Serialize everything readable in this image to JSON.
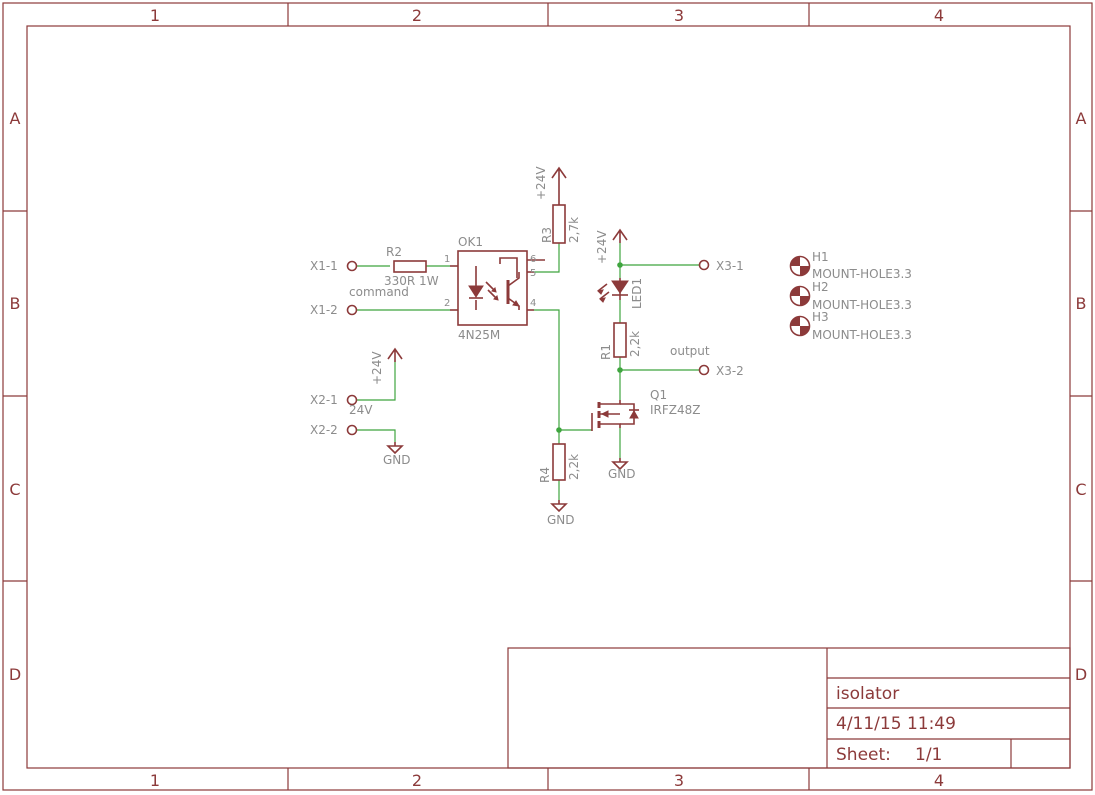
{
  "frame": {
    "columns": [
      "1",
      "2",
      "3",
      "4"
    ],
    "rows": [
      "A",
      "B",
      "C",
      "D"
    ]
  },
  "title_block": {
    "title": "isolator",
    "date": "4/11/15 11:49",
    "sheet_label": "Sheet:",
    "sheet_value": "1/1"
  },
  "parts": {
    "r2": {
      "name": "R2",
      "value": "330R 1W"
    },
    "r3": {
      "name": "R3",
      "value": "2,7k"
    },
    "r1": {
      "name": "R1",
      "value": "2,2k"
    },
    "r4": {
      "name": "R4",
      "value": "2,2k"
    },
    "ok1": {
      "name": "OK1",
      "value": "4N25M",
      "pins": [
        "1",
        "2",
        "6",
        "5",
        "4"
      ]
    },
    "led1": {
      "name": "LED1"
    },
    "q1": {
      "name": "Q1",
      "value": "IRFZ48Z"
    },
    "h1": {
      "name": "H1",
      "value": "MOUNT-HOLE3.3"
    },
    "h2": {
      "name": "H2",
      "value": "MOUNT-HOLE3.3"
    },
    "h3": {
      "name": "H3",
      "value": "MOUNT-HOLE3.3"
    }
  },
  "connectors": {
    "x1_1": "X1-1",
    "x1_2": "X1-2",
    "x2_1": "X2-1",
    "x2_2": "X2-2",
    "x3_1": "X3-1",
    "x3_2": "X3-2"
  },
  "supplies": {
    "plus24": "+24V",
    "gnd": "GND"
  },
  "nets": {
    "command": "command",
    "output": "output",
    "v24": "24V"
  },
  "colors": {
    "symbol": "#8c3a3a",
    "wire": "#3fa53f",
    "label": "#8c8c8c"
  }
}
